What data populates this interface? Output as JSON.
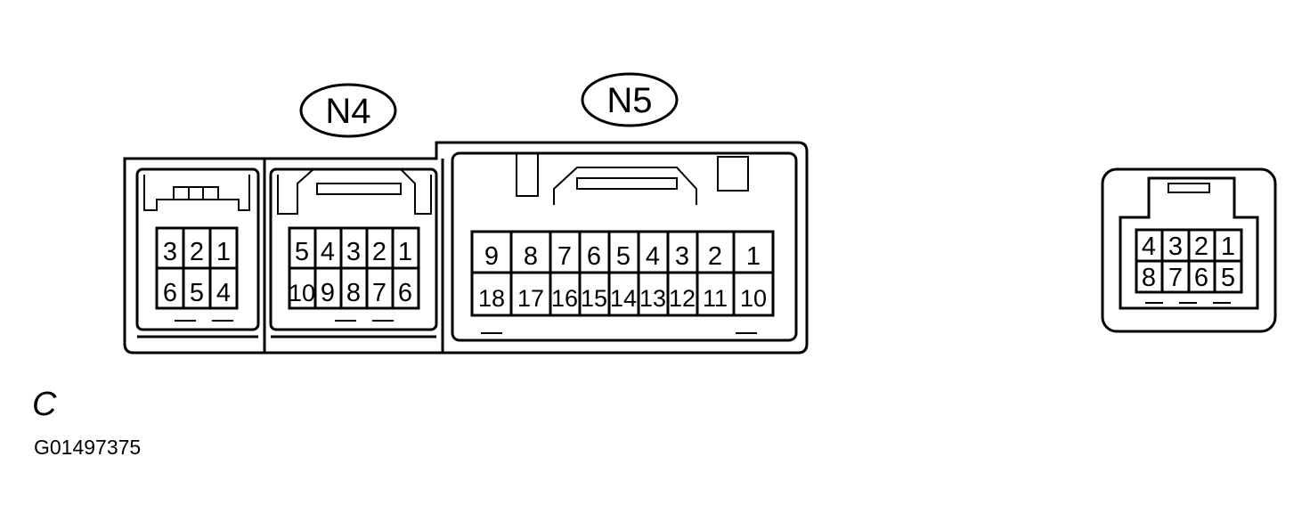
{
  "connectors": {
    "n4": {
      "label": "N4"
    },
    "n5": {
      "label": "N5"
    }
  },
  "plug_a": {
    "top_row": [
      "3",
      "2",
      "1"
    ],
    "bottom_row": [
      "6",
      "5",
      "4"
    ]
  },
  "plug_b": {
    "top_row": [
      "5",
      "4",
      "3",
      "2",
      "1"
    ],
    "bottom_row": [
      "10",
      "9",
      "8",
      "7",
      "6"
    ]
  },
  "plug_c": {
    "top_row": [
      "9",
      "8",
      "7",
      "6",
      "5",
      "4",
      "3",
      "2",
      "1"
    ],
    "bottom_row": [
      "18",
      "17",
      "16",
      "15",
      "14",
      "13",
      "12",
      "11",
      "10"
    ]
  },
  "plug_d": {
    "top_row": [
      "4",
      "3",
      "2",
      "1"
    ],
    "bottom_row": [
      "8",
      "7",
      "6",
      "5"
    ]
  },
  "caption": "C",
  "figure_code": "G01497375",
  "colors": {
    "ink": "#000000",
    "paper": "#ffffff"
  }
}
